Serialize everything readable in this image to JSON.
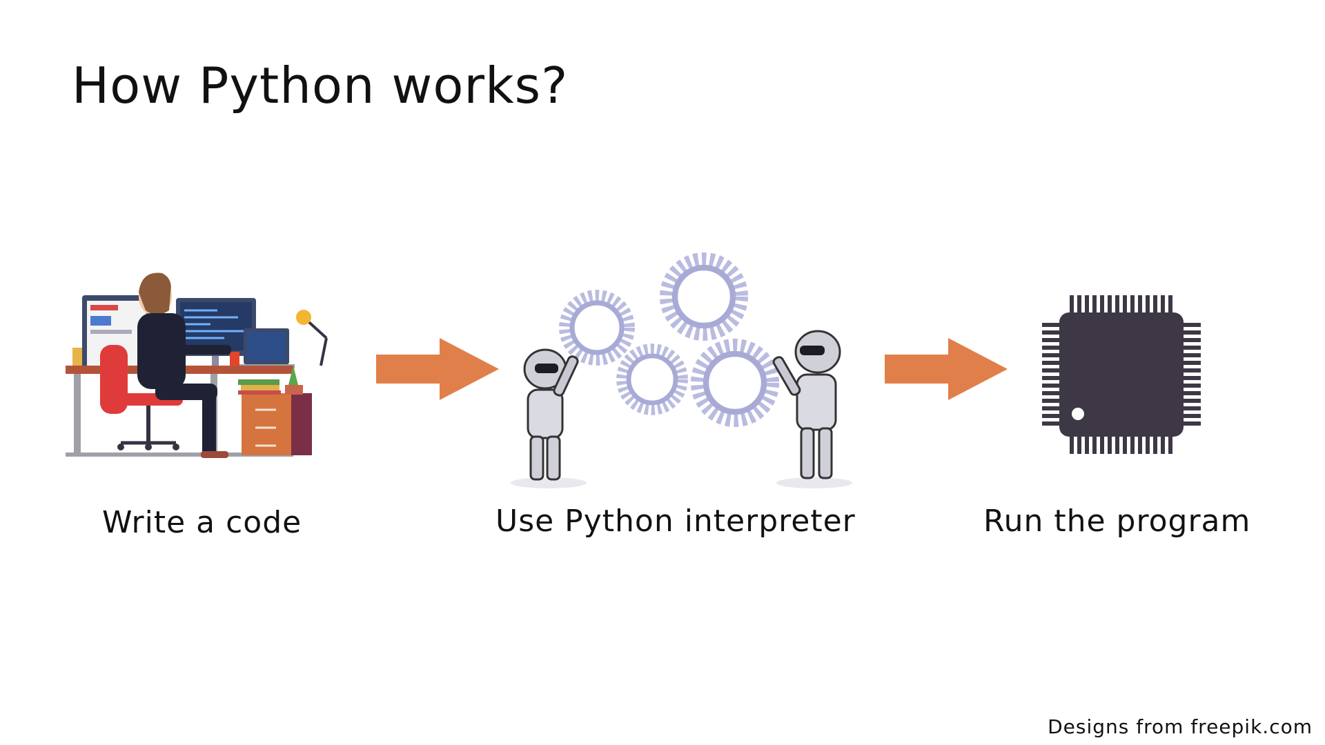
{
  "title": "How Python works?",
  "steps": [
    {
      "label": "Write a code",
      "icon": "developer-at-desk-icon"
    },
    {
      "label": "Use Python interpreter",
      "icon": "robots-with-gears-icon"
    },
    {
      "label": "Run the program",
      "icon": "microchip-icon"
    }
  ],
  "arrows": [
    "arrow-right-icon",
    "arrow-right-icon"
  ],
  "credit": "Designs from freepik.com",
  "colors": {
    "arrow": "#E17F4A",
    "chip": "#3E3745",
    "gear": "#C9CAEA",
    "chair": "#E03B3B"
  }
}
